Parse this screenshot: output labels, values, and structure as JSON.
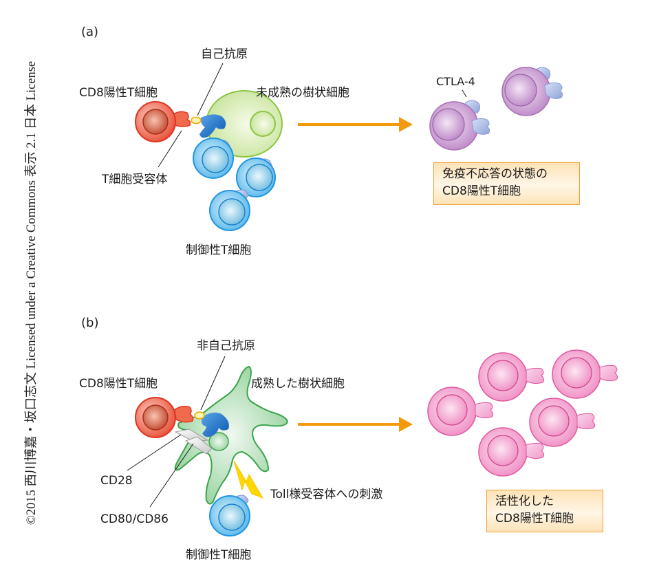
{
  "credit": "©2015 西川博嘉・坂口志文 Licensed under a Creative Commons 表示 2.1 日本 License",
  "colors": {
    "arrow": "#f29a0c",
    "cd8_t_cell": "#e8402a",
    "dendritic_immature": "#a6d06a",
    "dendritic_mature": "#4fb35b",
    "treg": "#34a8e6",
    "antigen_presenting_mhc": "#1669c2",
    "anergic_cell": "#c08ac8",
    "activated_cell": "#f08ac8",
    "toll_signal": "#ffd800",
    "box_border": "#f0a030"
  },
  "panel_a": {
    "label": "(a)",
    "labels": {
      "self_antigen": "自己抗原",
      "cd8_t_cell": "CD8陽性T細胞",
      "immature_dc": "未成熟の樹状細胞",
      "tcr": "T細胞受容体",
      "treg": "制御性T細胞",
      "ctla4": "CTLA-4"
    },
    "outcome": [
      "免疫不応答の状態の",
      "CD8陽性T細胞"
    ]
  },
  "panel_b": {
    "label": "(b)",
    "labels": {
      "non_self_antigen": "非自己抗原",
      "cd8_t_cell": "CD8陽性T細胞",
      "mature_dc": "成熟した樹状細胞",
      "cd28": "CD28",
      "cd80_86": "CD80/CD86",
      "toll": "Toll様受容体への刺激",
      "treg": "制御性T細胞"
    },
    "outcome": [
      "活性化した",
      "CD8陽性T細胞"
    ]
  }
}
